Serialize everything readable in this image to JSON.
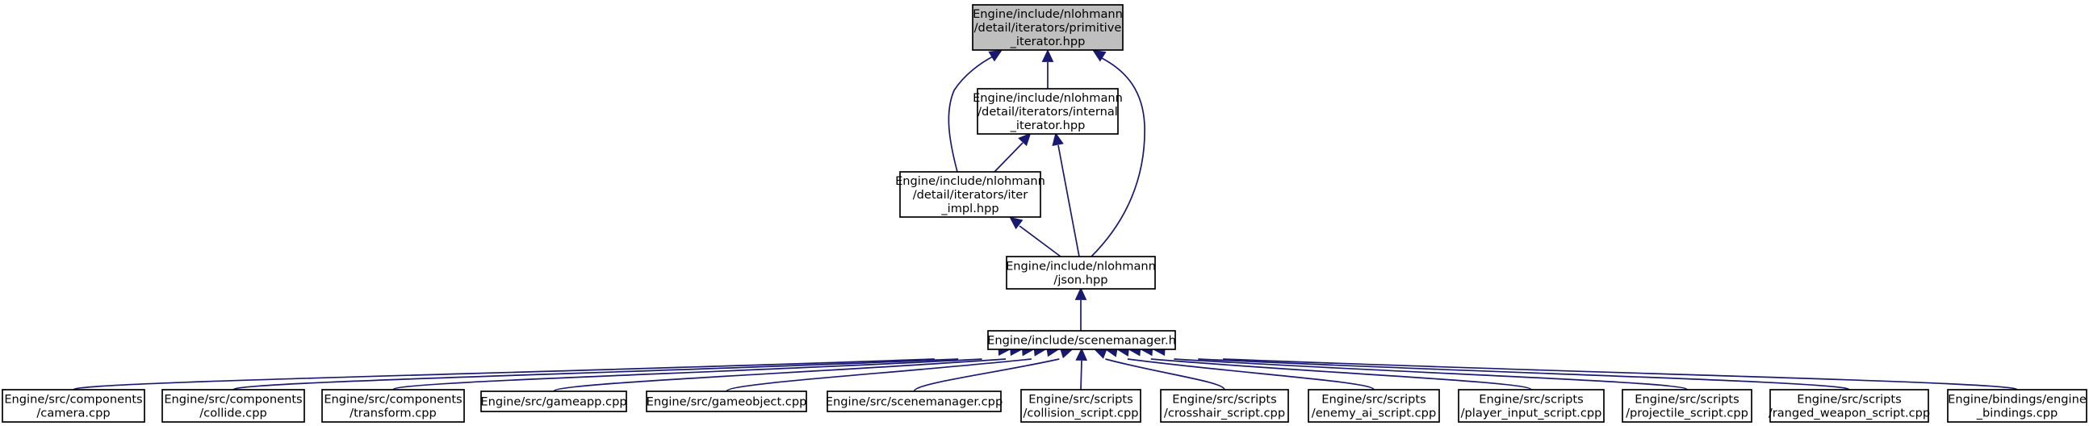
{
  "graph": {
    "nodes": [
      {
        "id": "primitive_iterator",
        "lines": [
          "Engine/include/nlohmann",
          "/detail/iterators/primitive",
          "_iterator.hpp"
        ],
        "highlighted": true
      },
      {
        "id": "internal_iterator",
        "lines": [
          "Engine/include/nlohmann",
          "/detail/iterators/internal",
          "_iterator.hpp"
        ],
        "highlighted": false
      },
      {
        "id": "iter_impl",
        "lines": [
          "Engine/include/nlohmann",
          "/detail/iterators/iter",
          "_impl.hpp"
        ],
        "highlighted": false
      },
      {
        "id": "json",
        "lines": [
          "Engine/include/nlohmann",
          "/json.hpp"
        ],
        "highlighted": false
      },
      {
        "id": "scenemanager_h",
        "lines": [
          "Engine/include/scenemanager.h"
        ],
        "highlighted": false
      },
      {
        "id": "camera",
        "lines": [
          "Engine/src/components",
          "/camera.cpp"
        ],
        "highlighted": false
      },
      {
        "id": "collide",
        "lines": [
          "Engine/src/components",
          "/collide.cpp"
        ],
        "highlighted": false
      },
      {
        "id": "transform",
        "lines": [
          "Engine/src/components",
          "/transform.cpp"
        ],
        "highlighted": false
      },
      {
        "id": "gameapp",
        "lines": [
          "Engine/src/gameapp.cpp"
        ],
        "highlighted": false
      },
      {
        "id": "gameobject",
        "lines": [
          "Engine/src/gameobject.cpp"
        ],
        "highlighted": false
      },
      {
        "id": "scenemanager_cpp",
        "lines": [
          "Engine/src/scenemanager.cpp"
        ],
        "highlighted": false
      },
      {
        "id": "collision_script",
        "lines": [
          "Engine/src/scripts",
          "/collision_script.cpp"
        ],
        "highlighted": false
      },
      {
        "id": "crosshair_script",
        "lines": [
          "Engine/src/scripts",
          "/crosshair_script.cpp"
        ],
        "highlighted": false
      },
      {
        "id": "enemy_ai_script",
        "lines": [
          "Engine/src/scripts",
          "/enemy_ai_script.cpp"
        ],
        "highlighted": false
      },
      {
        "id": "player_input_script",
        "lines": [
          "Engine/src/scripts",
          "/player_input_script.cpp"
        ],
        "highlighted": false
      },
      {
        "id": "projectile_script",
        "lines": [
          "Engine/src/scripts",
          "/projectile_script.cpp"
        ],
        "highlighted": false
      },
      {
        "id": "ranged_weapon_script",
        "lines": [
          "Engine/src/scripts",
          "/ranged_weapon_script.cpp"
        ],
        "highlighted": false
      },
      {
        "id": "engine_bindings",
        "lines": [
          "Engine/bindings/engine",
          "_bindings.cpp"
        ],
        "highlighted": false
      }
    ],
    "edges": [
      {
        "from": "internal_iterator",
        "to": "primitive_iterator"
      },
      {
        "from": "iter_impl",
        "to": "primitive_iterator"
      },
      {
        "from": "json",
        "to": "primitive_iterator"
      },
      {
        "from": "iter_impl",
        "to": "internal_iterator"
      },
      {
        "from": "json",
        "to": "internal_iterator"
      },
      {
        "from": "json",
        "to": "iter_impl"
      },
      {
        "from": "scenemanager_h",
        "to": "json"
      },
      {
        "from": "camera",
        "to": "scenemanager_h"
      },
      {
        "from": "collide",
        "to": "scenemanager_h"
      },
      {
        "from": "transform",
        "to": "scenemanager_h"
      },
      {
        "from": "gameapp",
        "to": "scenemanager_h"
      },
      {
        "from": "gameobject",
        "to": "scenemanager_h"
      },
      {
        "from": "scenemanager_cpp",
        "to": "scenemanager_h"
      },
      {
        "from": "collision_script",
        "to": "scenemanager_h"
      },
      {
        "from": "crosshair_script",
        "to": "scenemanager_h"
      },
      {
        "from": "enemy_ai_script",
        "to": "scenemanager_h"
      },
      {
        "from": "player_input_script",
        "to": "scenemanager_h"
      },
      {
        "from": "projectile_script",
        "to": "scenemanager_h"
      },
      {
        "from": "ranged_weapon_script",
        "to": "scenemanager_h"
      },
      {
        "from": "engine_bindings",
        "to": "scenemanager_h"
      }
    ],
    "colors": {
      "edge": "#191970",
      "node_fill": "#ffffff",
      "highlight_fill": "#bfbfbf",
      "node_border": "#000000"
    }
  }
}
